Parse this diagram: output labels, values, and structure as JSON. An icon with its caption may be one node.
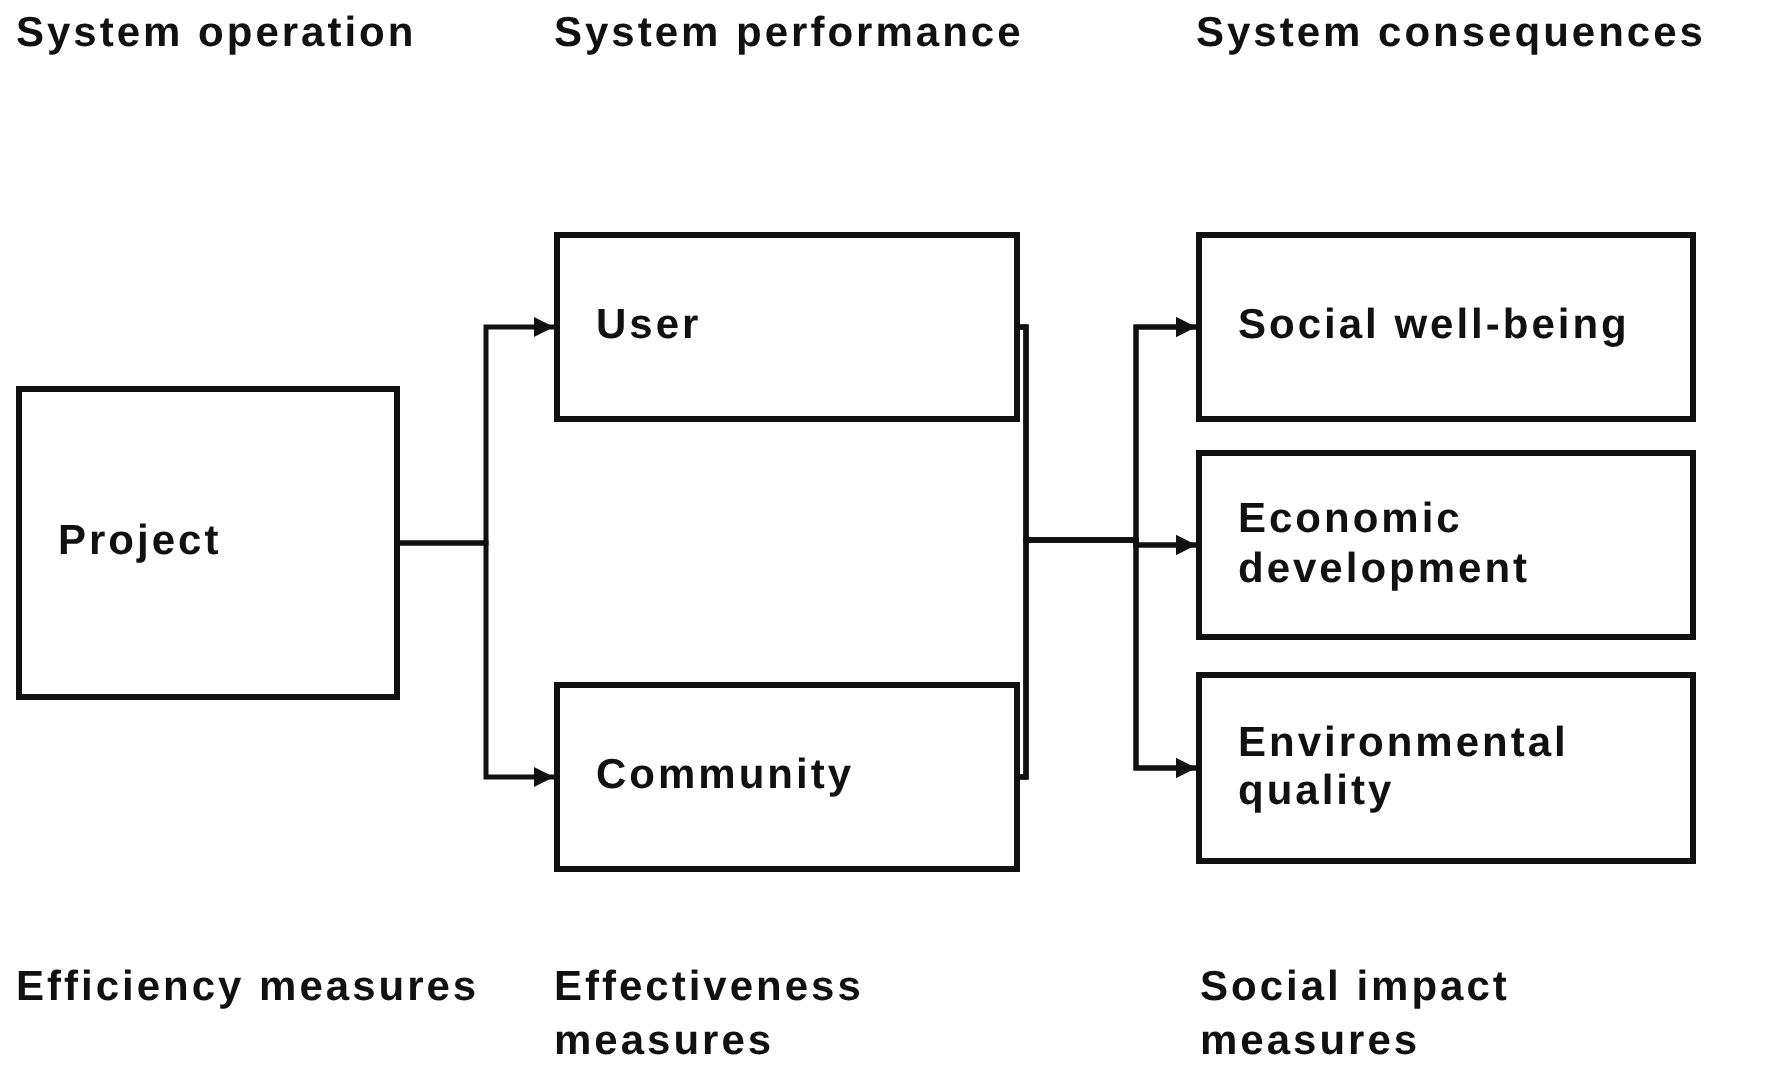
{
  "diagram": {
    "nodes": [
      {
        "text": [
          "Project"
        ]
      },
      {
        "text": [
          "User"
        ]
      },
      {
        "text": [
          "Community"
        ]
      },
      {
        "text": [
          "Social well-being"
        ]
      },
      {
        "text": [
          "Economic development"
        ]
      },
      {
        "text": [
          "Environmental quality"
        ]
      }
    ],
    "edges": [
      {
        "from": 0,
        "to": 1,
        "arrow": "to"
      },
      {
        "from": 0,
        "to": 2,
        "arrow": "to"
      },
      {
        "from": 1,
        "to": 3,
        "arrow": "to"
      },
      {
        "from": 1,
        "to": 4,
        "arrow": "to"
      },
      {
        "from": 1,
        "to": 5,
        "arrow": "to"
      },
      {
        "from": 2,
        "to": 3,
        "arrow": "to"
      },
      {
        "from": 2,
        "to": 4,
        "arrow": "to"
      },
      {
        "from": 2,
        "to": 5,
        "arrow": "to"
      }
    ],
    "labels": [
      "System operation",
      "System performance",
      "System consequences",
      "Efficiency measures",
      "Effectiveness measures",
      "Social impact measures"
    ]
  }
}
